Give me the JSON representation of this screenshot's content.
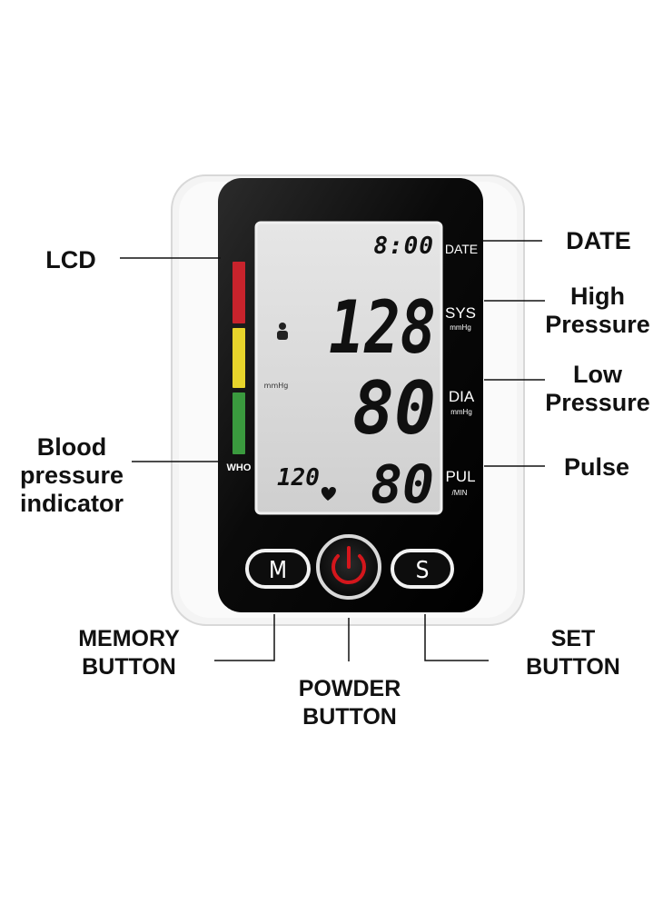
{
  "lcd": {
    "time": "8:00",
    "systolic": "128",
    "diastolic": "80",
    "pulse": "80",
    "memory": "120",
    "unit": "mmHg",
    "tags": {
      "date": "DATE",
      "sys": "SYS",
      "sys_unit": "mmHg",
      "dia": "DIA",
      "dia_unit": "mmHg",
      "pul": "PUL",
      "pul_unit": "/MIN"
    }
  },
  "indicator": {
    "who_label": "WHO",
    "colors": {
      "red": "#c8232c",
      "yellow": "#e7d42b",
      "green": "#3a9a3e"
    }
  },
  "buttons": {
    "memory": "M",
    "set": "S",
    "power_color": "#d4161c"
  },
  "callouts": {
    "lcd": "LCD",
    "date": "DATE",
    "high_pressure": [
      "High",
      "Pressure"
    ],
    "low_pressure": [
      "Low",
      "Pressure"
    ],
    "pulse": "Pulse",
    "bp_indicator": [
      "Blood",
      "pressure",
      "indicator"
    ],
    "memory_button": [
      "MEMORY",
      "BUTTON"
    ],
    "power_button": [
      "POWDER",
      "BUTTON"
    ],
    "set_button": [
      "SET",
      "BUTTON"
    ]
  }
}
